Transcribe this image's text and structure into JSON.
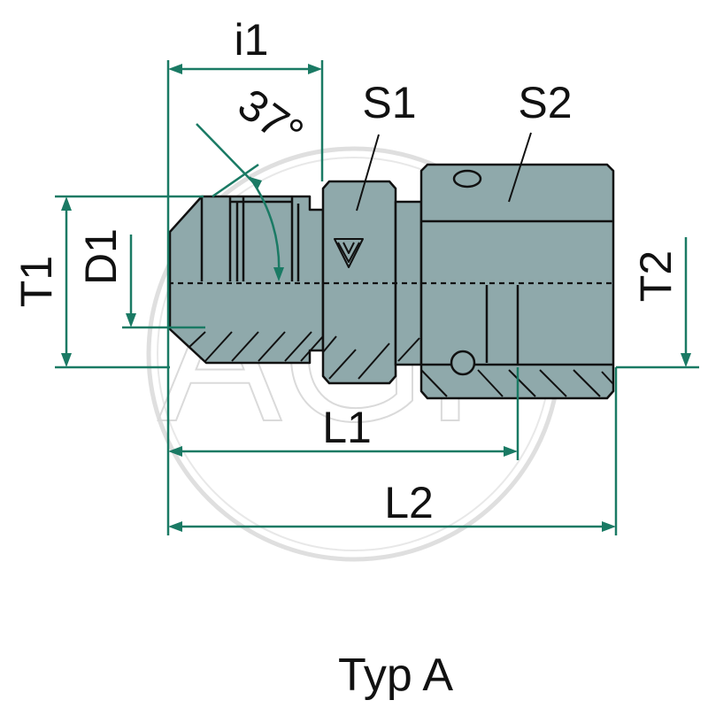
{
  "diagram": {
    "caption": "Typ A",
    "dimension_labels": {
      "i1": "i1",
      "angle": "37°",
      "s1": "S1",
      "s2": "S2",
      "t1": "T1",
      "d1": "D1",
      "t2": "T2",
      "l1": "L1",
      "l2": "L2"
    },
    "watermark": "AGP",
    "colors": {
      "body": "#8fa9ab",
      "outline": "#111111",
      "dimension": "#1a7a64",
      "watermark": "#d9d9d9",
      "background": "#ffffff"
    }
  }
}
